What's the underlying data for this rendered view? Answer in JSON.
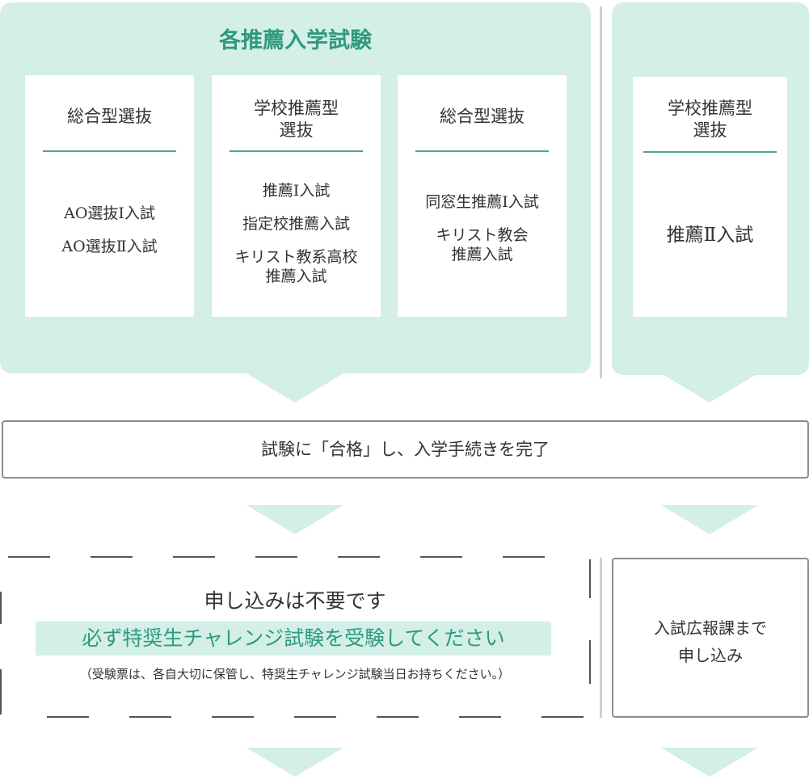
{
  "colors": {
    "panel_bg": "#d3efe7",
    "accent": "#2f9a7c",
    "card_rule": "#4aa98c",
    "border_gray": "#8c8c8c",
    "divider_gray": "#cfcfcf",
    "text": "#333333"
  },
  "left_panel": {
    "title": "各推薦入学試験",
    "cards": [
      {
        "title_lines": [
          "総合型選抜"
        ],
        "items": [
          "AO選抜I入試",
          "AO選抜Ⅱ入試"
        ]
      },
      {
        "title_lines": [
          "学校推薦型",
          "選抜"
        ],
        "items": [
          "推薦I入試",
          "指定校推薦入試",
          "キリスト教系高校",
          "推薦入試"
        ]
      },
      {
        "title_lines": [
          "総合型選抜"
        ],
        "items": [
          "同窓生推薦I入試",
          "キリスト教会",
          "推薦入試"
        ]
      }
    ]
  },
  "right_panel": {
    "card": {
      "title_lines": [
        "学校推薦型",
        "選抜"
      ],
      "items": [
        "推薦Ⅱ入試"
      ]
    }
  },
  "pass_box": {
    "text": "試験に「合格」し、入学手続きを完了"
  },
  "dashed_box": {
    "line1": "申し込みは不要です",
    "line2": "必ず特奨生チャレンジ試験を受験してください",
    "line3": "（受験票は、各自大切に保管し、特奨生チャレンジ試験当日お持ちください。）"
  },
  "apply_box": {
    "line1": "入試広報課まで",
    "line2": "申し込み"
  }
}
